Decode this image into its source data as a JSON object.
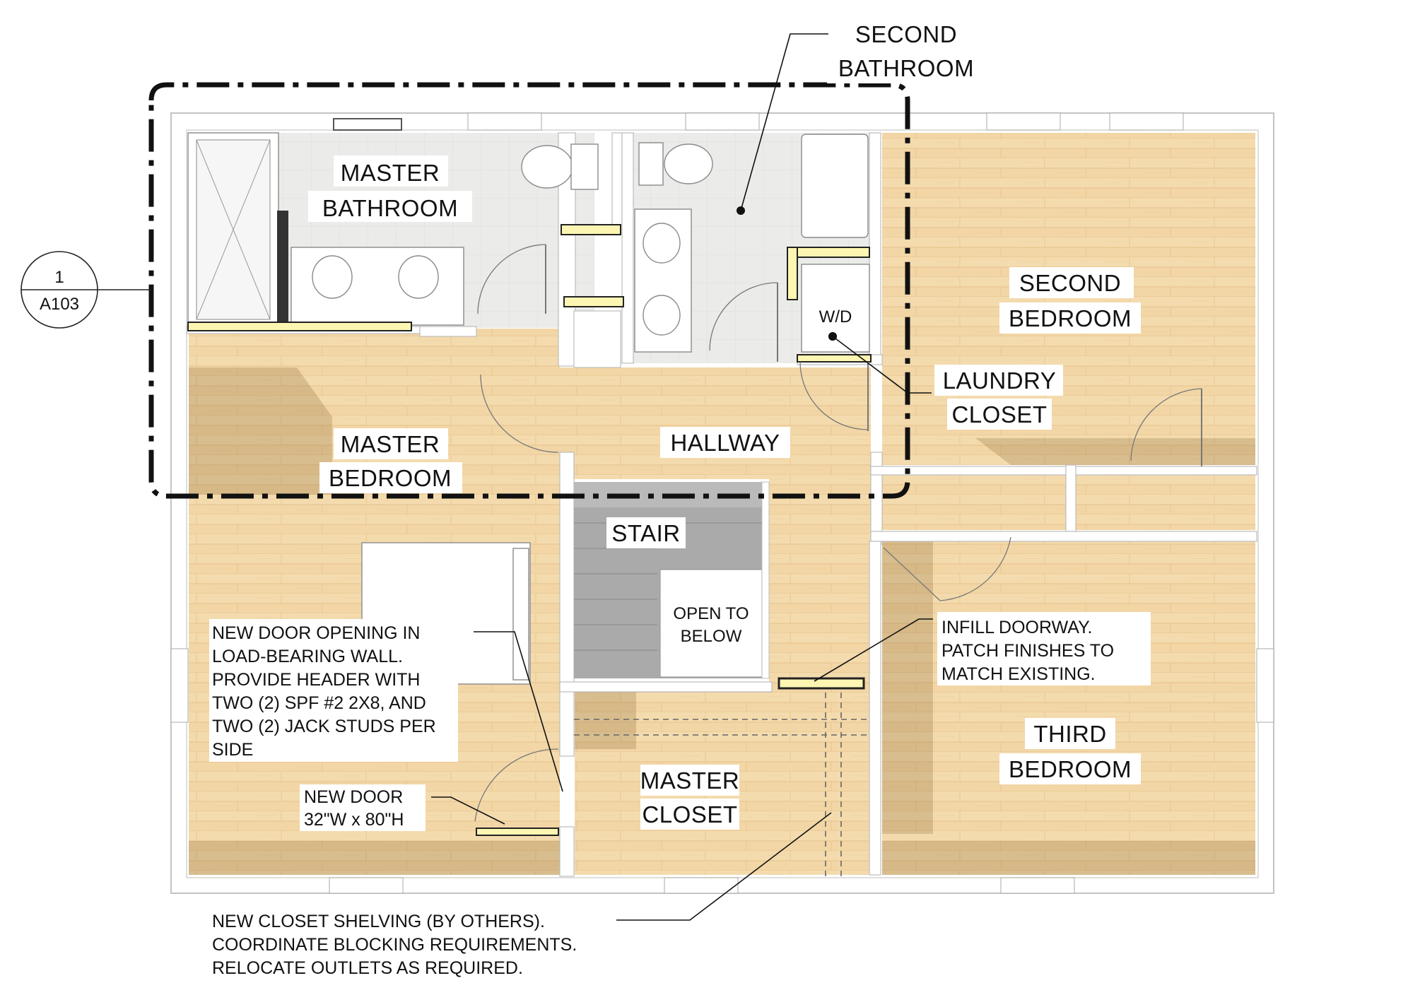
{
  "rooms": {
    "master_bathroom": [
      "MASTER",
      "BATHROOM"
    ],
    "second_bathroom": [
      "SECOND",
      "BATHROOM"
    ],
    "second_bedroom": [
      "SECOND",
      "BEDROOM"
    ],
    "laundry_closet": [
      "LAUNDRY",
      "CLOSET"
    ],
    "master_bedroom": [
      "MASTER",
      "BEDROOM"
    ],
    "hallway": "HALLWAY",
    "stair": "STAIR",
    "open_to_below": [
      "OPEN TO",
      "BELOW"
    ],
    "third_bedroom": [
      "THIRD",
      "BEDROOM"
    ],
    "master_closet": [
      "MASTER",
      "CLOSET"
    ],
    "wd": "W/D"
  },
  "section_marker": {
    "number": "1",
    "sheet": "A103"
  },
  "notes": {
    "new_door_opening": [
      "NEW DOOR OPENING IN",
      "LOAD-BEARING WALL.",
      "PROVIDE HEADER WITH",
      "TWO (2) SPF #2 2X8, AND",
      "TWO (2) JACK STUDS PER",
      "SIDE"
    ],
    "new_door": [
      "NEW DOOR",
      "32\"W x 80\"H"
    ],
    "infill_doorway": [
      "INFILL DOORWAY.",
      "PATCH FINISHES TO",
      "MATCH EXISTING."
    ],
    "closet_shelving": [
      "NEW CLOSET SHELVING (BY OTHERS).",
      "COORDINATE BLOCKING REQUIREMENTS.",
      "RELOCATE OUTLETS AS REQUIRED."
    ]
  },
  "colors": {
    "wood": "#f2d6a6",
    "wood_line": "#e4bf86",
    "tile": "#ececea",
    "stair": "#a9aaa9",
    "wall": "#ffffff",
    "header": "#fdf6b2"
  }
}
